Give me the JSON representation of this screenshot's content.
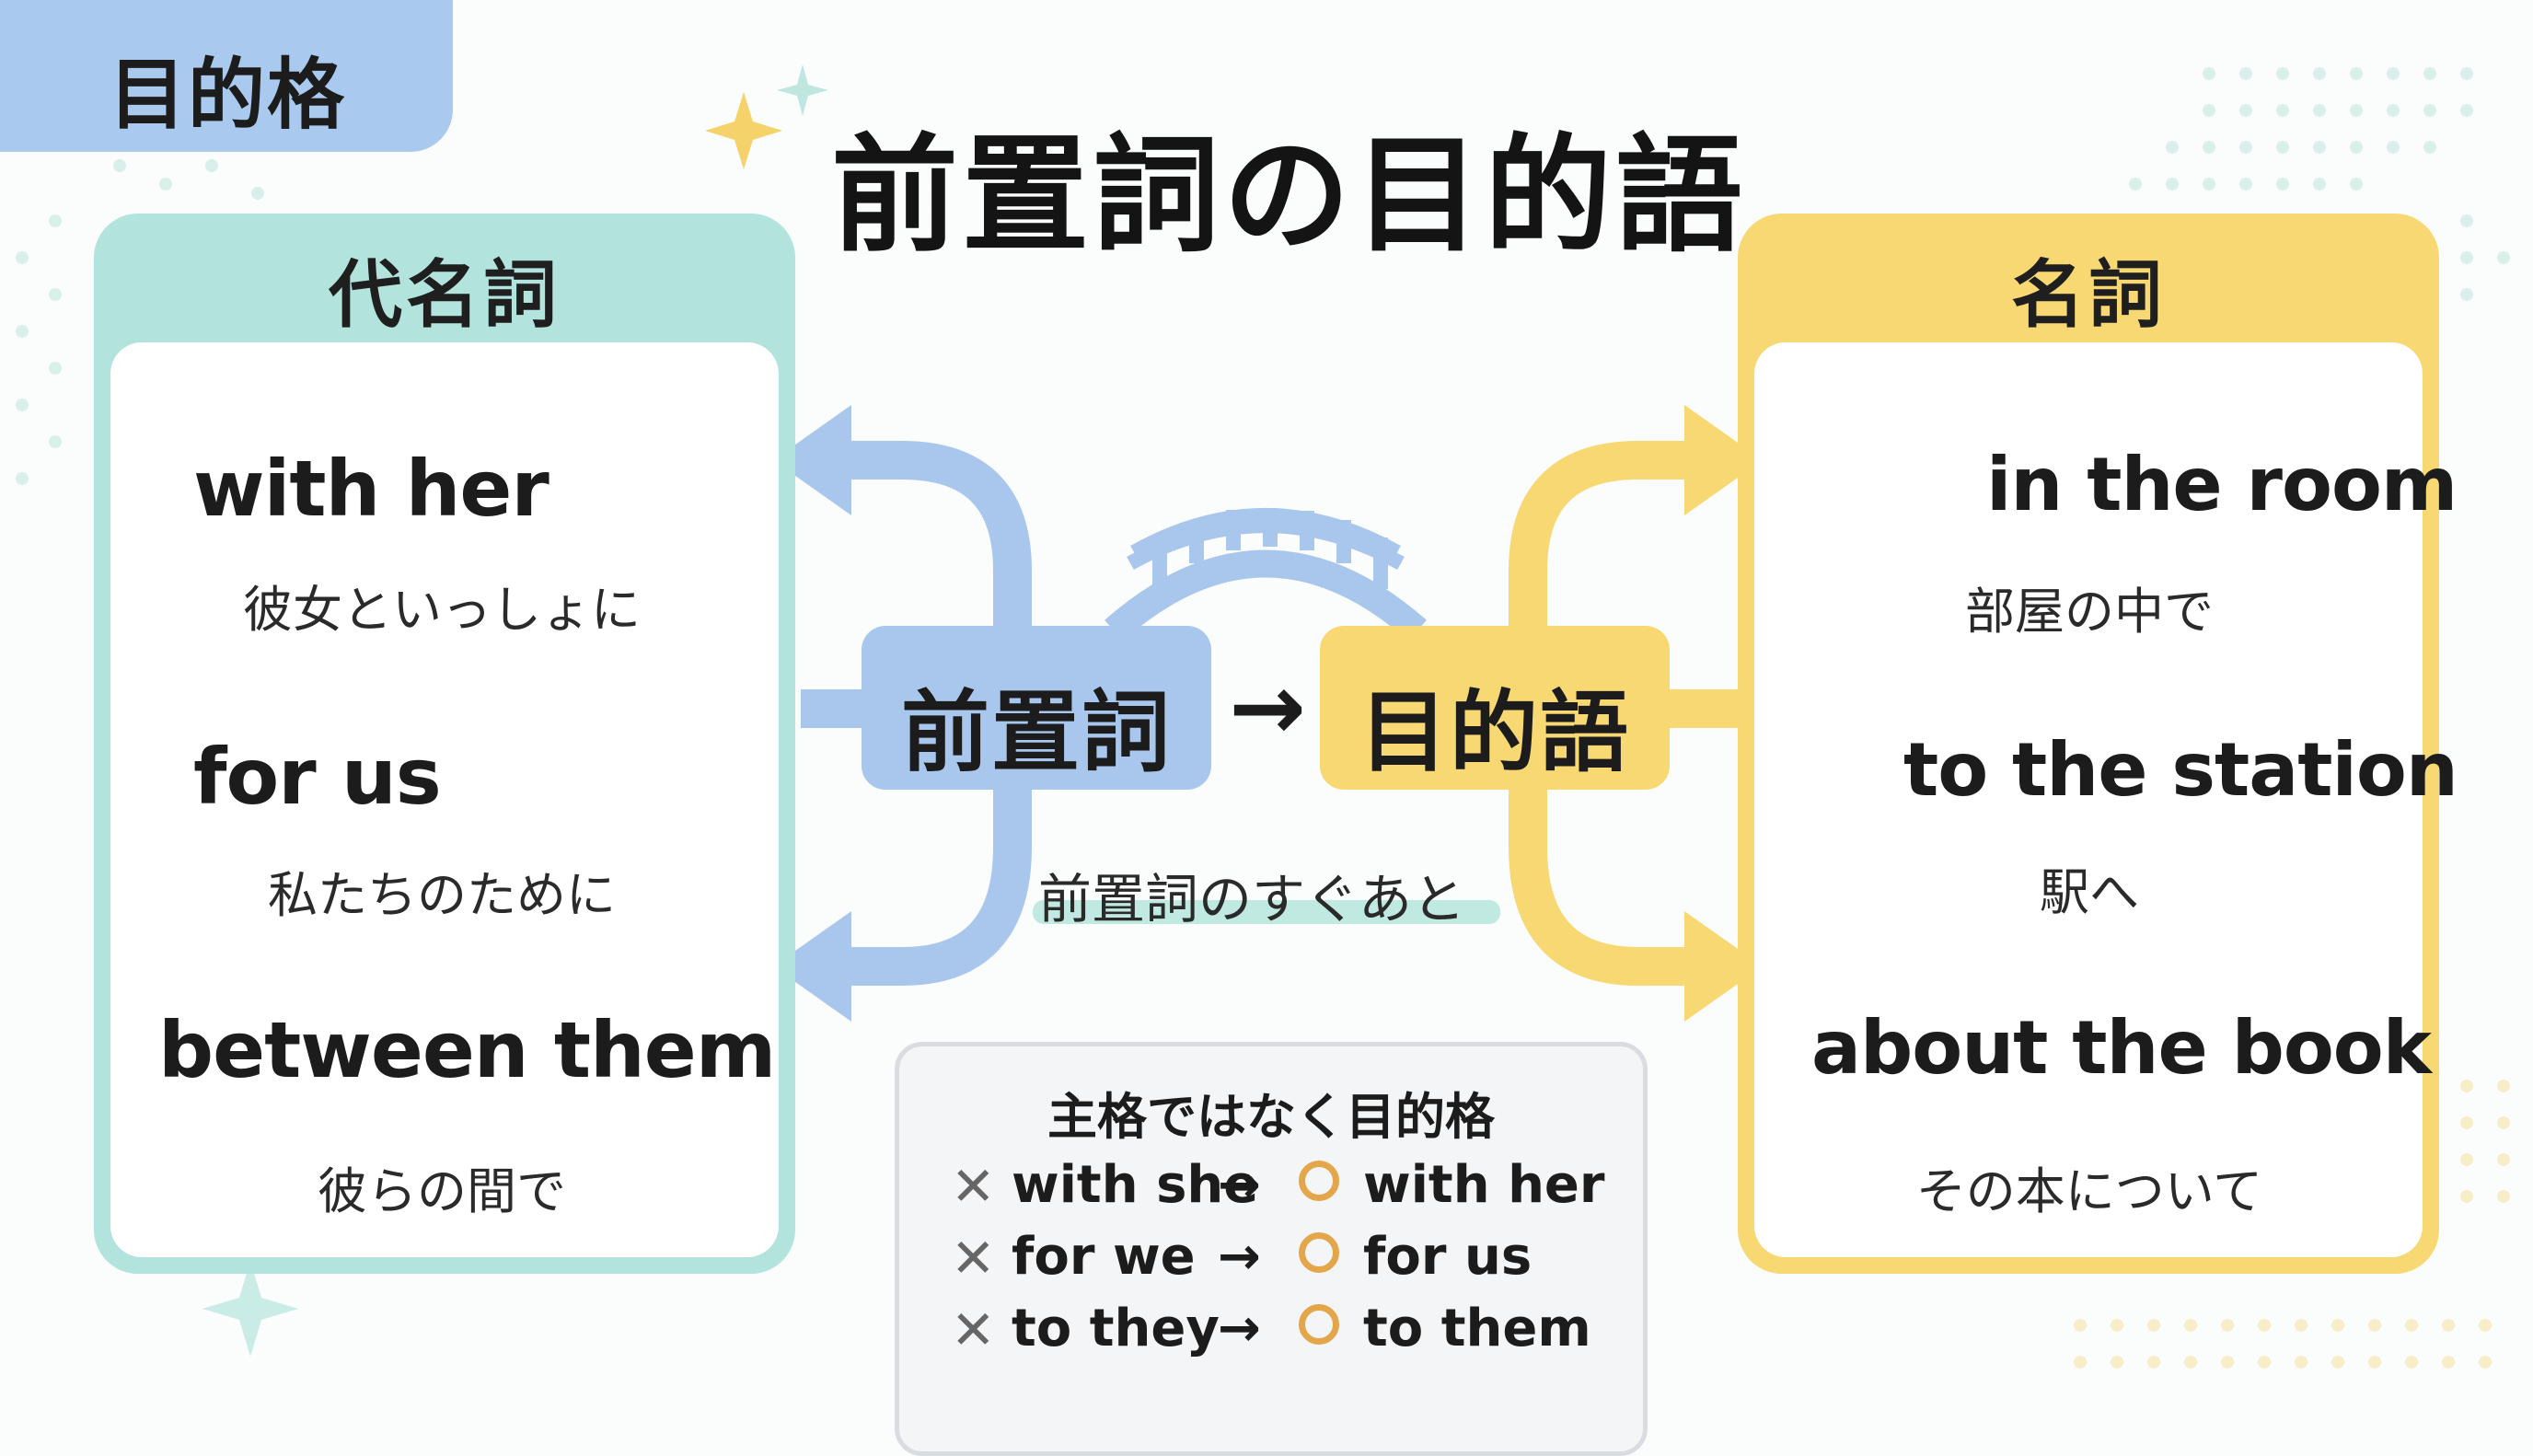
{
  "corner_tag": "目的格",
  "title": "前置詞の目的語",
  "colors": {
    "teal": "#b2e3dc",
    "blue": "#a9c7ec",
    "yellow": "#f7d872",
    "orange": "#e4a64a"
  },
  "left_panel": {
    "heading": "代名詞",
    "items": [
      {
        "phrase_pre": "with ",
        "phrase_hl": "her",
        "gloss": "彼女といっしょに",
        "icon": "woman-icon"
      },
      {
        "phrase_pre": "for ",
        "phrase_hl": "us",
        "gloss": "私たちのために",
        "icon": "group-icon"
      },
      {
        "phrase_pre": "between ",
        "phrase_hl": "them",
        "gloss": "彼らの間で",
        "icon": "two-people-icon"
      }
    ]
  },
  "center": {
    "preposition": "前置詞",
    "arrow": "→",
    "object": "目的語",
    "after_label": "前置詞のすぐあと"
  },
  "note": {
    "title": "主格ではなく目的格",
    "rows": [
      {
        "wrong": "with she",
        "right": "with her"
      },
      {
        "wrong": "for we",
        "right": "for us"
      },
      {
        "wrong": "to they",
        "right": "to them"
      }
    ],
    "wrong_mark": "✕",
    "arrow": "→"
  },
  "right_panel": {
    "heading": "名詞",
    "items": [
      {
        "phrase": "in the room",
        "gloss": "部屋の中で",
        "icon": "room-cube-icon"
      },
      {
        "phrase": "to the station",
        "gloss": "駅へ",
        "icon": "station-icon"
      },
      {
        "phrase": "about the book",
        "gloss": "その本について",
        "icon": "book-icon"
      }
    ]
  }
}
